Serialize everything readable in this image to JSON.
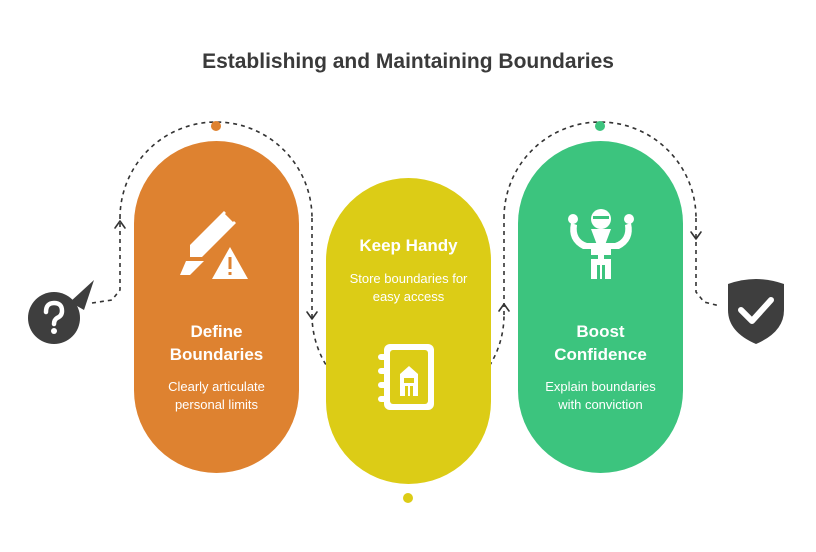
{
  "title": "Establishing and Maintaining Boundaries",
  "colors": {
    "orange": "#DE8230",
    "yellow": "#DCCC16",
    "green": "#3CC47E",
    "dark": "#3E3E3E",
    "path": "#333333"
  },
  "steps": [
    {
      "title_line1": "Define",
      "title_line2": "Boundaries",
      "desc_line1": "Clearly articulate",
      "desc_line2": "personal limits",
      "icon": "pencil-warning-icon"
    },
    {
      "title_line1": "Keep Handy",
      "desc_line1": "Store boundaries for",
      "desc_line2": "easy access",
      "icon": "notebook-icon"
    },
    {
      "title_line1": "Boost",
      "title_line2": "Confidence",
      "desc_line1": "Explain boundaries",
      "desc_line2": "with conviction",
      "icon": "microphone-hands-icon"
    }
  ],
  "start_icon": "question-icon",
  "end_icon": "shield-check-icon"
}
